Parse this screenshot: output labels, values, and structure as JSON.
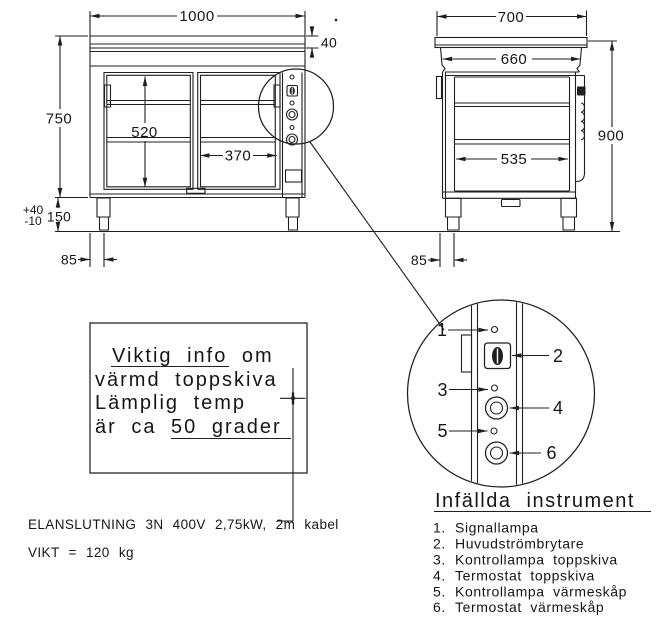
{
  "front_view": {
    "dim_top_width": "1000",
    "dim_worktop_thickness": "40",
    "dim_body_height": "750",
    "dim_door_height": "520",
    "dim_door_width": "370",
    "dim_leg_height": "150",
    "tolerance_plus": "+40",
    "tolerance_minus": "-10",
    "dim_leg_inset": "85"
  },
  "side_view": {
    "dim_top_depth": "700",
    "dim_body_depth": "660",
    "dim_total_height": "900",
    "dim_inner_depth": "535",
    "dim_leg_inset": "85"
  },
  "info_box": {
    "line1": "Viktig info om",
    "line2": "värmd toppskiva",
    "line3": "Lämplig temp",
    "line4": "är ca 50 grader"
  },
  "notes": {
    "electrical": "ELANSLUTNING 3N 400V 2,75kW, 2m kabel",
    "weight": "VIKT = 120 kg"
  },
  "detail": {
    "heading": "Infällda instrument",
    "callouts": [
      "1",
      "2",
      "3",
      "4",
      "5",
      "6"
    ],
    "items": [
      {
        "num": "1.",
        "label": "Signallampa"
      },
      {
        "num": "2.",
        "label": "Huvudströmbrytare"
      },
      {
        "num": "3.",
        "label": "Kontrollampa toppskiva"
      },
      {
        "num": "4.",
        "label": "Termostat toppskiva"
      },
      {
        "num": "5.",
        "label": "Kontrollampa värmeskåp"
      },
      {
        "num": "6.",
        "label": "Termostat värmeskåp"
      }
    ]
  },
  "colors": {
    "line": "#1f1f1f",
    "background": "#ffffff"
  }
}
